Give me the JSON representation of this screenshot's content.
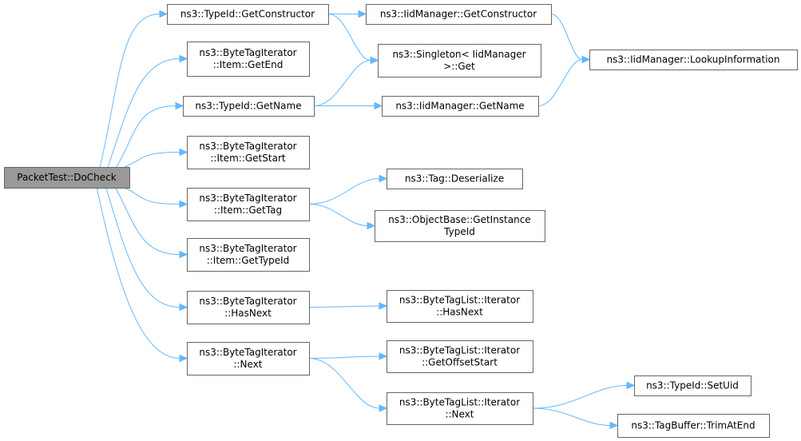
{
  "nodes": {
    "root": [
      "PacketTest::DoCheck"
    ],
    "getconstructor": [
      "ns3::TypeId::GetConstructor"
    ],
    "getend": [
      "ns3::ByteTagIterator",
      "::Item::GetEnd"
    ],
    "getname": [
      "ns3::TypeId::GetName"
    ],
    "getstart": [
      "ns3::ByteTagIterator",
      "::Item::GetStart"
    ],
    "gettag": [
      "ns3::ByteTagIterator",
      "::Item::GetTag"
    ],
    "gettypeid": [
      "ns3::ByteTagIterator",
      "::Item::GetTypeId"
    ],
    "hasnext": [
      "ns3::ByteTagIterator",
      "::HasNext"
    ],
    "next": [
      "ns3::ByteTagIterator",
      "::Next"
    ],
    "iid_getconstructor": [
      "ns3::IidManager::GetConstructor"
    ],
    "singleton_get": [
      "ns3::Singleton< IidManager",
      ">::Get"
    ],
    "iid_getname": [
      "ns3::IidManager::GetName"
    ],
    "tag_deserialize": [
      "ns3::Tag::Deserialize"
    ],
    "getinstancetypeid": [
      "ns3::ObjectBase::GetInstance",
      "TypeId"
    ],
    "list_hasnext": [
      "ns3::ByteTagList::Iterator",
      "::HasNext"
    ],
    "list_getoffsetstart": [
      "ns3::ByteTagList::Iterator",
      "::GetOffsetStart"
    ],
    "list_next": [
      "ns3::ByteTagList::Iterator",
      "::Next"
    ],
    "lookupinformation": [
      "ns3::IidManager::LookupInformation"
    ],
    "setuid": [
      "ns3::TypeId::SetUid"
    ],
    "trimatend": [
      "ns3::TagBuffer::TrimAtEnd"
    ]
  },
  "edges": [
    [
      "root",
      "getconstructor"
    ],
    [
      "root",
      "getend"
    ],
    [
      "root",
      "getname"
    ],
    [
      "root",
      "getstart"
    ],
    [
      "root",
      "gettag"
    ],
    [
      "root",
      "gettypeid"
    ],
    [
      "root",
      "hasnext"
    ],
    [
      "root",
      "next"
    ],
    [
      "getconstructor",
      "iid_getconstructor"
    ],
    [
      "getconstructor",
      "singleton_get"
    ],
    [
      "getname",
      "singleton_get"
    ],
    [
      "getname",
      "iid_getname"
    ],
    [
      "iid_getconstructor",
      "lookupinformation"
    ],
    [
      "iid_getname",
      "lookupinformation"
    ],
    [
      "gettag",
      "tag_deserialize"
    ],
    [
      "gettag",
      "getinstancetypeid"
    ],
    [
      "hasnext",
      "list_hasnext"
    ],
    [
      "next",
      "list_getoffsetstart"
    ],
    [
      "next",
      "list_next"
    ],
    [
      "list_next",
      "setuid"
    ],
    [
      "list_next",
      "trimatend"
    ]
  ],
  "colors": {
    "edge": "#63b8ff",
    "root_fill": "#999999",
    "node_fill": "#ffffff",
    "node_border": "#666666"
  }
}
